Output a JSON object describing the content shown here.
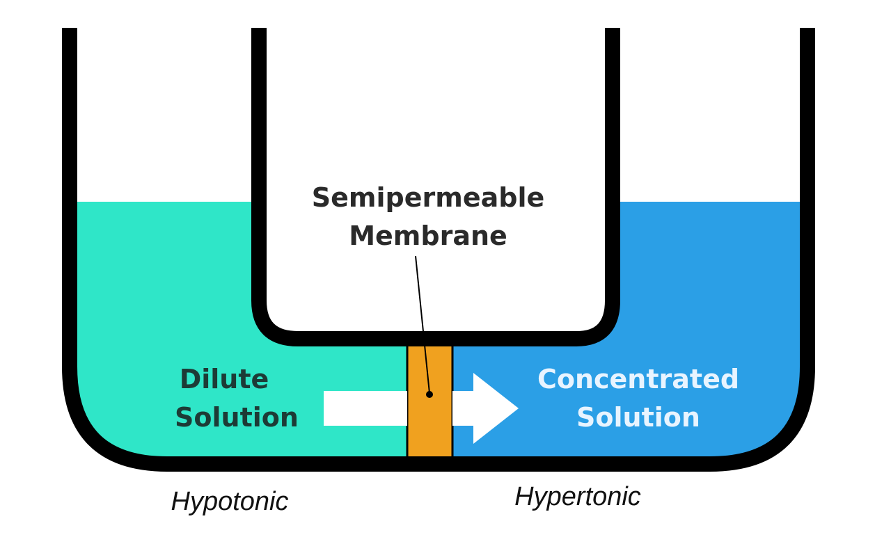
{
  "colors": {
    "dilute": "#2fe6c8",
    "concentrated": "#2b9fe6",
    "membrane": "#f0a11f",
    "outline": "#000000",
    "arrow": "#ffffff",
    "dilute_text": "#1d3b36",
    "concentrated_text": "#e8f4ff",
    "membrane_text": "#2a2a2a"
  },
  "labels": {
    "membrane_line1": "Semipermeable",
    "membrane_line2": "Membrane",
    "dilute_line1": "Dilute",
    "dilute_line2": "Solution",
    "concentrated_line1": "Concentrated",
    "concentrated_line2": "Solution",
    "hypotonic": "Hypotonic",
    "hypertonic": "Hypertonic"
  },
  "icons": {
    "flow_arrow": "arrow-right-icon"
  }
}
